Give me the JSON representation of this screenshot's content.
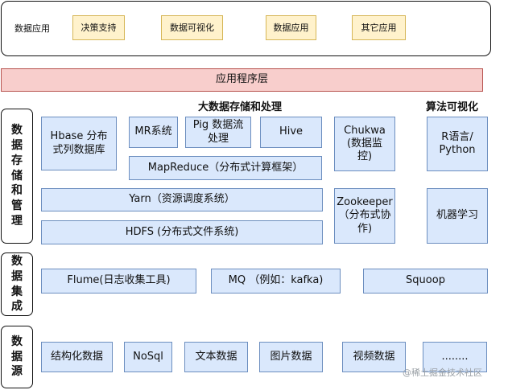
{
  "top_section": {
    "label": "数据应用",
    "items": [
      "决策支持",
      "数据可视化",
      "数据应用",
      "其它应用"
    ]
  },
  "app_layer": {
    "label": "应用程序层"
  },
  "storage_section": {
    "side_label": [
      "数",
      "据",
      "存",
      "储",
      "和",
      "管",
      "理"
    ],
    "heading_main": "大数据存储和处理",
    "heading_algo": "算法可视化",
    "hbase": "Hbase 分布式列数据库",
    "mr": "MR系统",
    "pig": "Pig 数据流处理",
    "hive": "Hive",
    "chukwa": "Chukwa (数据监控)",
    "r_python": "R语言/ Python",
    "mapreduce": "MapReduce（分布式计算框架）",
    "yarn": "Yarn（资源调度系统）",
    "zookeeper": "Zookeeper （分布式协作)",
    "ml": "机器学习",
    "hdfs": "HDFS (分布式文件系统)"
  },
  "integration_section": {
    "side_label": [
      "数",
      "据",
      "集",
      "成"
    ],
    "flume": "Flume(日志收集工具)",
    "mq": "MQ （例如：kafka)",
    "squoop": "Squoop"
  },
  "source_section": {
    "side_label": [
      "数",
      "据",
      "源"
    ],
    "items": [
      "结构化数据",
      "NoSql",
      "文本数据",
      "图片数据",
      "视频数据",
      "........"
    ]
  },
  "watermark": "@稀土掘金技术社区",
  "colors": {
    "blue_fill": "#dae8fc",
    "blue_border": "#6c8ebf",
    "yellow_fill": "#fff2cc",
    "pink_fill": "#f8cecc"
  }
}
